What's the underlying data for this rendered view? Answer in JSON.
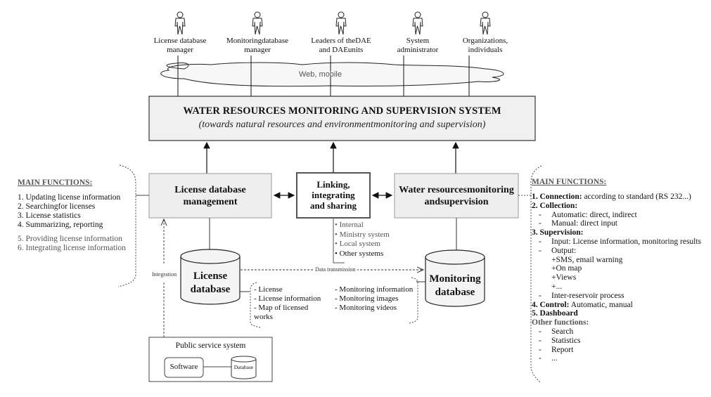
{
  "actors": [
    {
      "icon": "person-icon",
      "line1": "License database",
      "line2": "manager"
    },
    {
      "icon": "person-icon",
      "line1": "Monitoringdatabase",
      "line2": "manager"
    },
    {
      "icon": "person-icon",
      "line1": "Leaders of theDAE",
      "line2": "and DAEunits"
    },
    {
      "icon": "person-icon",
      "line1": "System",
      "line2": "administrator"
    },
    {
      "icon": "person-icon",
      "line1": "Organizations,",
      "line2": "individuals"
    }
  ],
  "cloud": {
    "label": "Web, mobile"
  },
  "main_system": {
    "title": "WATER RESOURCES MONITORING AND SUPERVISION SYSTEM",
    "subtitle": "(towards natural resources and environmentmonitoring and supervision)"
  },
  "license_mgmt": {
    "line1": "License database",
    "line2": "management"
  },
  "linking": {
    "line1": "Linking,",
    "line2": "integrating",
    "line3": "and sharing"
  },
  "linking_targets": [
    {
      "label": "Internal",
      "muted": true
    },
    {
      "label": "Ministry system",
      "muted": true
    },
    {
      "label": "Local system",
      "muted": true
    },
    {
      "label": "Other systems",
      "muted": false
    }
  ],
  "water_monitoring": {
    "line1": "Water resourcesmonitoring",
    "line2": "andsupervision"
  },
  "license_db": {
    "line1": "License",
    "line2": "database"
  },
  "monitoring_db": {
    "line1": "Monitoring",
    "line2": "database"
  },
  "data_transmission_label": "Data transmission",
  "integration_label": "Integration",
  "license_db_contents": [
    "- License",
    "- License information",
    "- Map of licensed",
    "works"
  ],
  "monitoring_db_contents": [
    "- Monitoring information",
    "- Monitoring images",
    "- Monitoring videos"
  ],
  "public_service": {
    "title": "Public service system",
    "software": "Software",
    "database": "Database"
  },
  "left_functions": {
    "heading": "MAIN FUNCTIONS:",
    "items": [
      {
        "num": "1.",
        "label": "Updating license information",
        "muted": false
      },
      {
        "num": "2.",
        "label": "Searchingfor licenses",
        "muted": false
      },
      {
        "num": "3.",
        "label": "License statistics",
        "muted": false
      },
      {
        "num": "4.",
        "label": "Summarizing, reporting",
        "muted": false
      },
      {
        "num": "5.",
        "label": "Providing license information",
        "muted": true
      },
      {
        "num": "6.",
        "label": "Integrating license information",
        "muted": true
      }
    ]
  },
  "right_functions": {
    "heading": "MAIN FUNCTIONS:",
    "connection_bold": "1.  Connection:",
    "connection_text": " according to standard (RS 232...)",
    "collection": "2.  Collection:",
    "collection_items": [
      "Automatic: direct, indirect",
      "Manual: direct input"
    ],
    "supervision": "3. Supervision:",
    "supervision_input": "Input: License information, monitoring results",
    "supervision_output": "Output:",
    "output_items": [
      "+SMS, email warning",
      "+On map",
      "+Views",
      "+..."
    ],
    "inter_reservoir": "Inter-reservoir process",
    "control_bold": "4. Control:",
    "control_text": " Automatic, manual",
    "dashboard": "5. Dashboard",
    "other_heading": "Other functions:",
    "other_items": [
      "Search",
      "Statistics",
      "Report",
      "..."
    ]
  }
}
